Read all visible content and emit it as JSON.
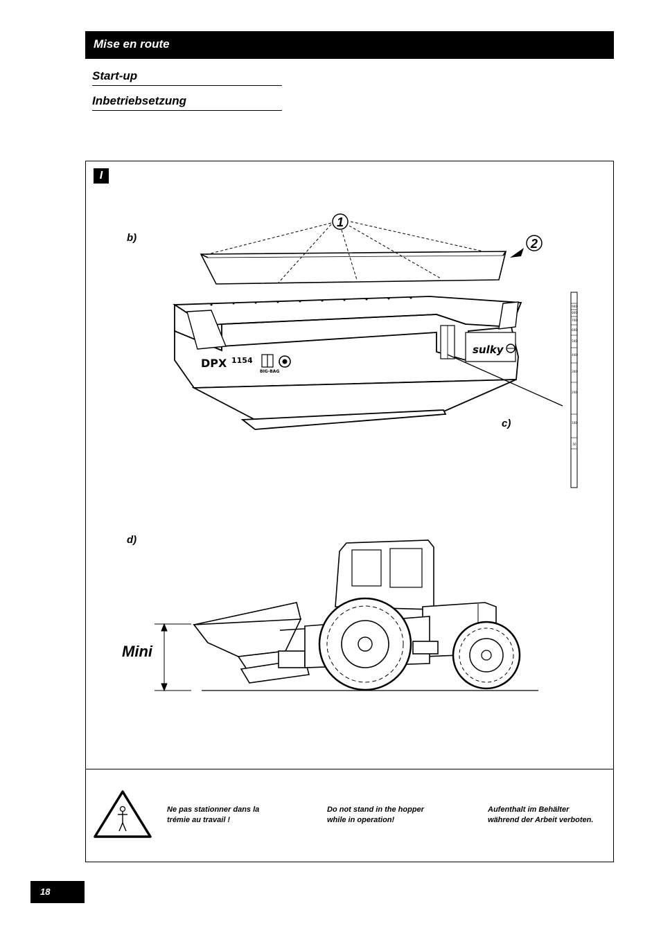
{
  "header": {
    "title": "Mise en route"
  },
  "subtitles": [
    "Start-up",
    "Inbetriebsetzung"
  ],
  "section": {
    "badge": "I"
  },
  "figure": {
    "label_b": "b)",
    "label_c": "c)",
    "label_d": "d)",
    "callout_1": "1",
    "callout_2": "2",
    "model_text": "DPX",
    "model_number": "1154",
    "big_bag_text": "BIG-BAG",
    "brand_text": "sulky",
    "mini_label": "Mini",
    "scale_marks": [
      "900",
      "800",
      "700",
      "600",
      "500",
      "400",
      "300",
      "200",
      "100",
      "50"
    ]
  },
  "warning": {
    "icon": "warning-person-icon",
    "fr": "Ne pas stationner dans la\ntrémie au travail !",
    "en": "Do not stand in the hopper\nwhile in operation!",
    "de": "Aufenthalt im Behälter\nwährend der Arbeit verboten."
  },
  "page_number": "18"
}
